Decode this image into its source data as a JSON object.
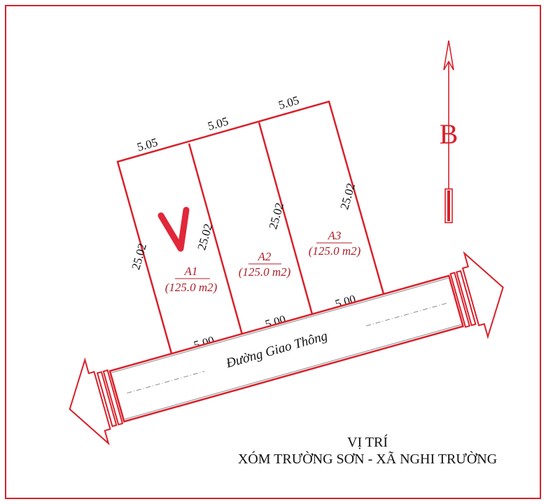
{
  "colors": {
    "line": "#d9202a",
    "lot_label": "#b0202a",
    "text": "#111111"
  },
  "north": {
    "label": "B",
    "icon": "north-arrow-icon"
  },
  "top_dims": [
    "5.05",
    "5.05",
    "5.05"
  ],
  "side_dims": [
    "25.02",
    "25.02",
    "25.02",
    "25.02"
  ],
  "bottom_dims": [
    "5.00",
    "5.00",
    "5.00"
  ],
  "lots": [
    {
      "name": "A1",
      "area": "(125.0 m2)",
      "selected": true
    },
    {
      "name": "A2",
      "area": "(125.0 m2)"
    },
    {
      "name": "A3",
      "area": "(125.0 m2)"
    }
  ],
  "selection_mark": "V",
  "road": {
    "name": "Đường Giao Thông"
  },
  "caption": {
    "line1": "VỊ TRÍ",
    "line2": "XÓM TRƯỜNG SƠN - XÃ NGHI TRƯỜNG"
  }
}
